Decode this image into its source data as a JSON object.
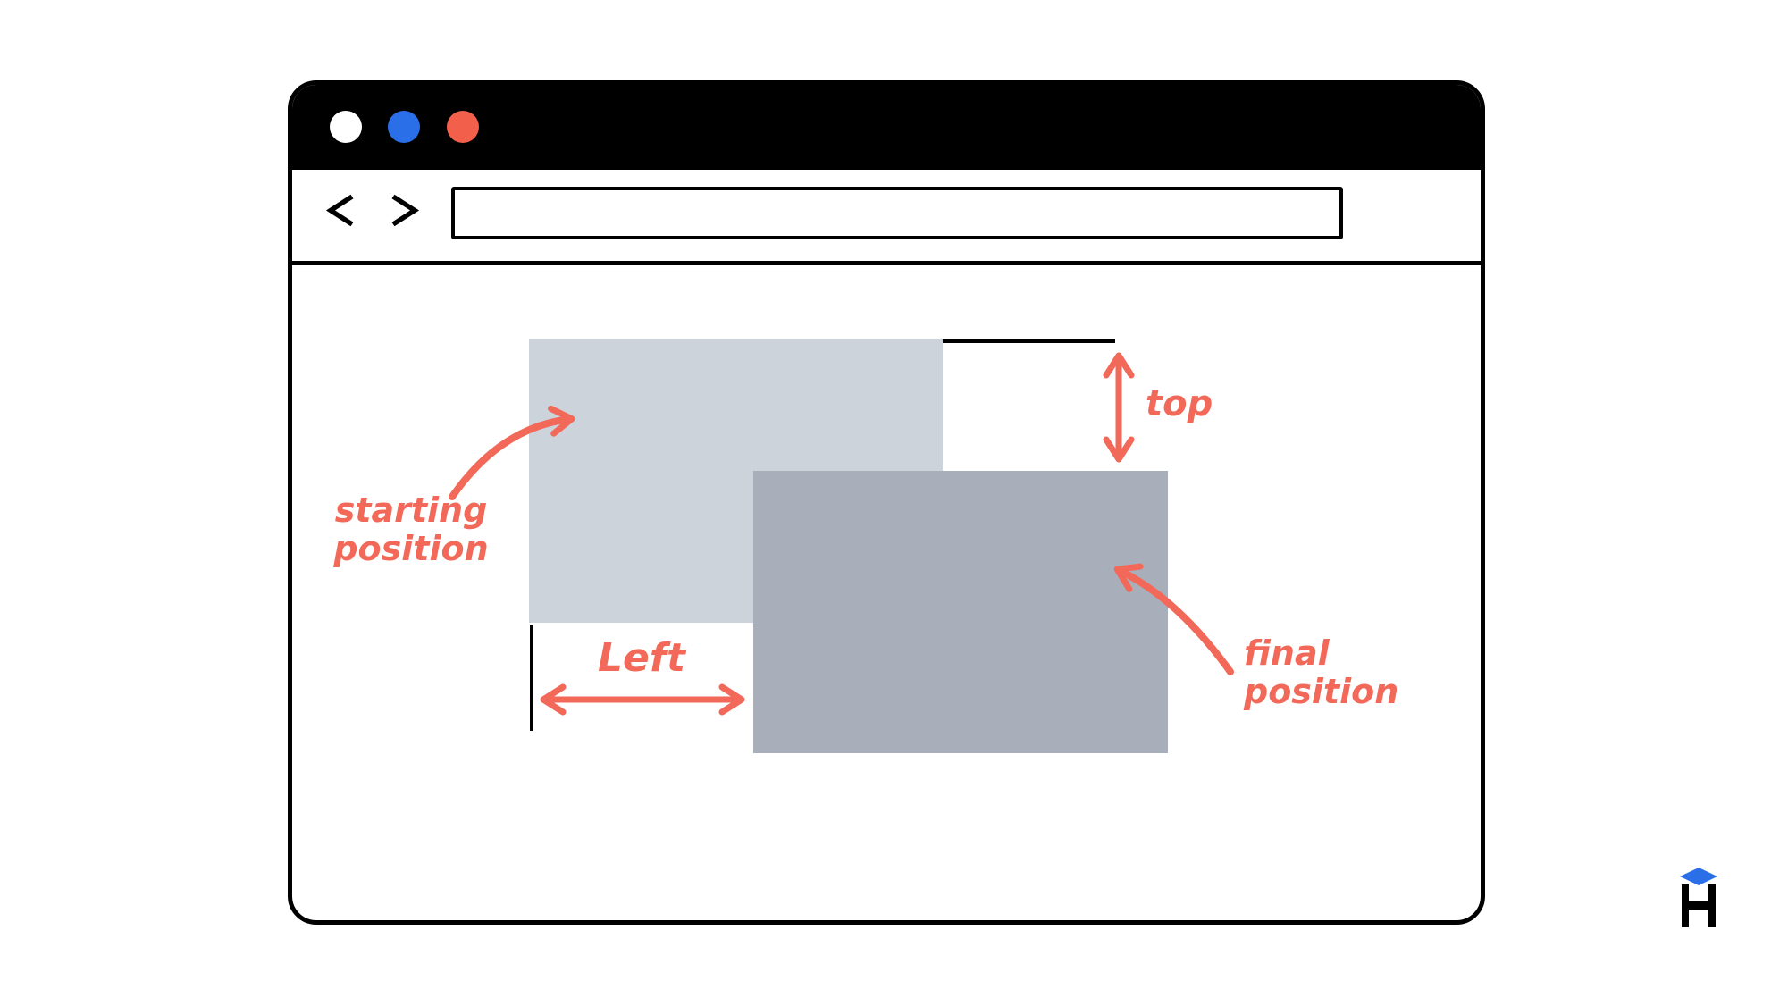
{
  "browser_window": {
    "titlebar": {
      "traffic_lights": [
        {
          "name": "white-dot",
          "color": "#FFFFFF"
        },
        {
          "name": "blue-dot",
          "color": "#2B6FE8"
        },
        {
          "name": "red-dot",
          "color": "#F2604C"
        }
      ]
    },
    "navbar": {
      "back_icon": "chevron-left",
      "forward_icon": "chevron-right"
    },
    "url_bar": {
      "value": "",
      "placeholder": ""
    }
  },
  "diagram": {
    "boxes": {
      "starting": {
        "name": "starting position box",
        "color": "#CDD3DB"
      },
      "final": {
        "name": "final position box",
        "color": "#A9AFBA"
      }
    },
    "labels": {
      "starting": "starting position",
      "final": "final position",
      "top": "top",
      "left": "Left"
    },
    "accent_color": "#F2695A",
    "marker_line_color": "#000000"
  },
  "logo": {
    "letter": "H",
    "diamond_color": "#2B6FE8",
    "letter_color": "#000000"
  }
}
